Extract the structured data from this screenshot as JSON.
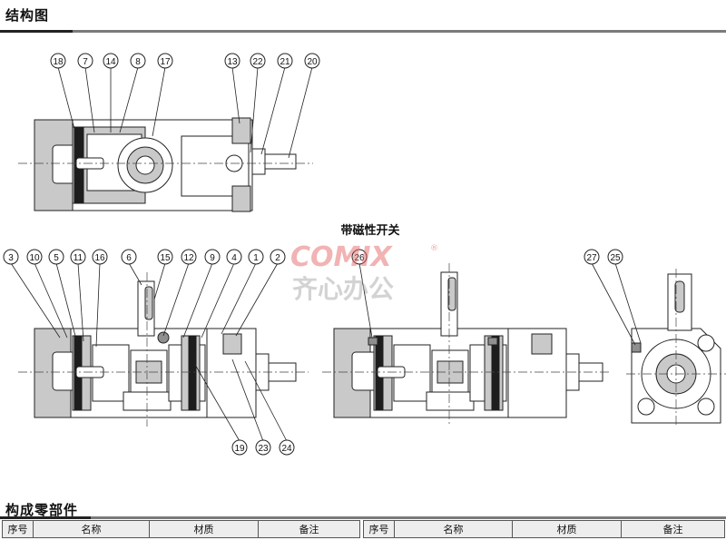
{
  "page": {
    "section_title": "结构图",
    "switch_label": "带磁性开关",
    "parts_title": "构成零部件"
  },
  "watermark": {
    "logo": "COMIX",
    "registered": "®",
    "chinese": "齐心办公"
  },
  "diagram": {
    "top_view_balloons": [
      "18",
      "7",
      "14",
      "8",
      "17",
      "13",
      "22",
      "21",
      "20"
    ],
    "front_view_balloons": [
      "3",
      "10",
      "5",
      "11",
      "16",
      "6",
      "15",
      "12",
      "9",
      "4",
      "1",
      "2"
    ],
    "front_view_bottom_balloons": [
      "19",
      "23",
      "24"
    ],
    "switch_view_balloons": [
      "26"
    ],
    "side_view_balloons": [
      "27",
      "25"
    ]
  },
  "table": {
    "headers": [
      "序号",
      "名称",
      "材质",
      "备注"
    ]
  },
  "colors": {
    "rule_dark": "#222222",
    "rule_gray": "#7a7a7a",
    "watermark_red": "#e56a6a",
    "table_header_bg": "#ededed"
  }
}
